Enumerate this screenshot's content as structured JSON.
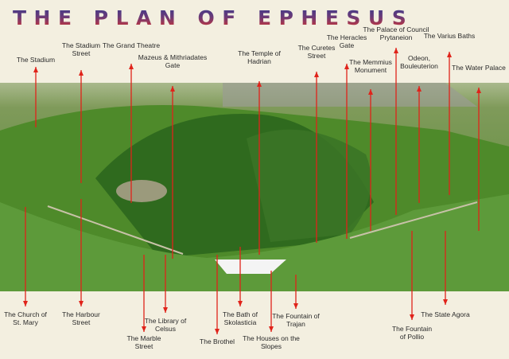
{
  "title": "THE PLAN OF EPHESUS",
  "colors": {
    "arrow": "#e0231a",
    "title_top": "#3a3b8c",
    "title_bottom": "#d8342e",
    "background": "#f3efe0"
  },
  "top_labels": [
    {
      "lines": [
        "The Stadium"
      ]
    },
    {
      "lines": [
        "The Stadium",
        "Street"
      ]
    },
    {
      "lines": [
        "The Grand Theatre"
      ]
    },
    {
      "lines": [
        "Mazeus & Mithriadates",
        "Gate"
      ]
    },
    {
      "lines": [
        "The Temple of",
        "Hadrian"
      ]
    },
    {
      "lines": [
        "The Curetes",
        "Street"
      ]
    },
    {
      "lines": [
        "The Heracles",
        "Gate"
      ]
    },
    {
      "lines": [
        "The Memmius",
        "Monument"
      ]
    },
    {
      "lines": [
        "The Palace of Council",
        "Prytaneion"
      ]
    },
    {
      "lines": [
        "Odeon,",
        "Bouleuterion"
      ]
    },
    {
      "lines": [
        "The Varius Baths"
      ]
    },
    {
      "lines": [
        "The Water Palace"
      ]
    }
  ],
  "bottom_labels": [
    {
      "lines": [
        "The Church of",
        "St. Mary"
      ]
    },
    {
      "lines": [
        "The Harbour",
        "Street"
      ]
    },
    {
      "lines": [
        "The Marble",
        "Street"
      ]
    },
    {
      "lines": [
        "The Library of",
        "Celsus"
      ]
    },
    {
      "lines": [
        "The Brothel"
      ]
    },
    {
      "lines": [
        "The Bath of",
        "Skolasticia"
      ]
    },
    {
      "lines": [
        "The Houses on the",
        "Slopes"
      ]
    },
    {
      "lines": [
        "The Fountain of",
        "Trajan"
      ]
    },
    {
      "lines": [
        "The Fountain",
        "of Pollio"
      ]
    },
    {
      "lines": [
        "The State Agora"
      ]
    }
  ]
}
